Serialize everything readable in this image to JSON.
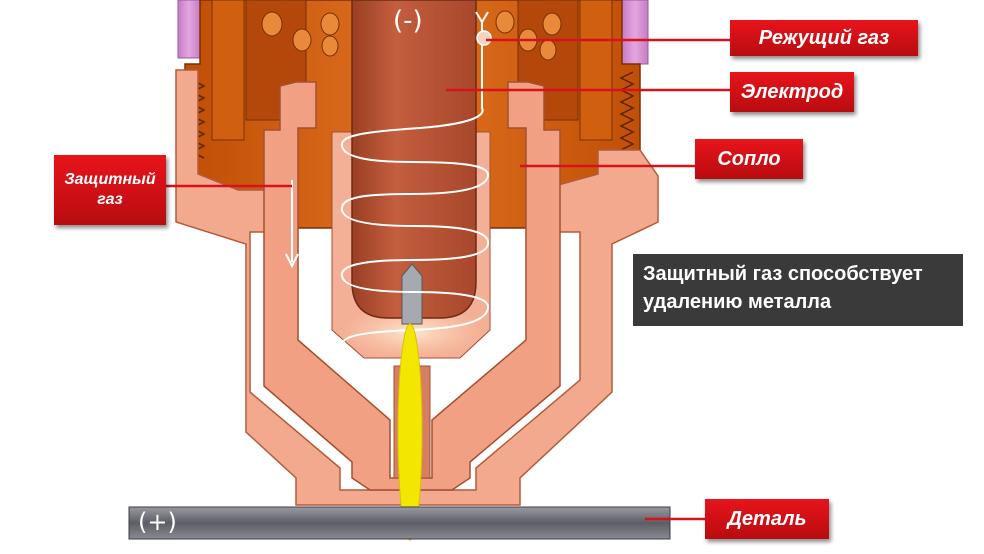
{
  "labels": {
    "cutting_gas": "Режущий газ",
    "electrode": "Электрод",
    "nozzle": "Сопло",
    "shielding_gas_line1": "Защитный",
    "shielding_gas_line2": "газ",
    "workpiece": "Деталь"
  },
  "polarity": {
    "negative": "(-)",
    "positive": "(+)"
  },
  "note": "Защитный газ способствует удалению металла",
  "colors": {
    "label_red": "#d8121a",
    "note_bg": "#3a3a3a",
    "nozzle_salmon": "#f1a083",
    "body_orange": "#c8580e",
    "insulator_violet": "#d58fd2",
    "arc_yellow": "#f2e600",
    "workpiece_gray": "#6d6d75"
  }
}
